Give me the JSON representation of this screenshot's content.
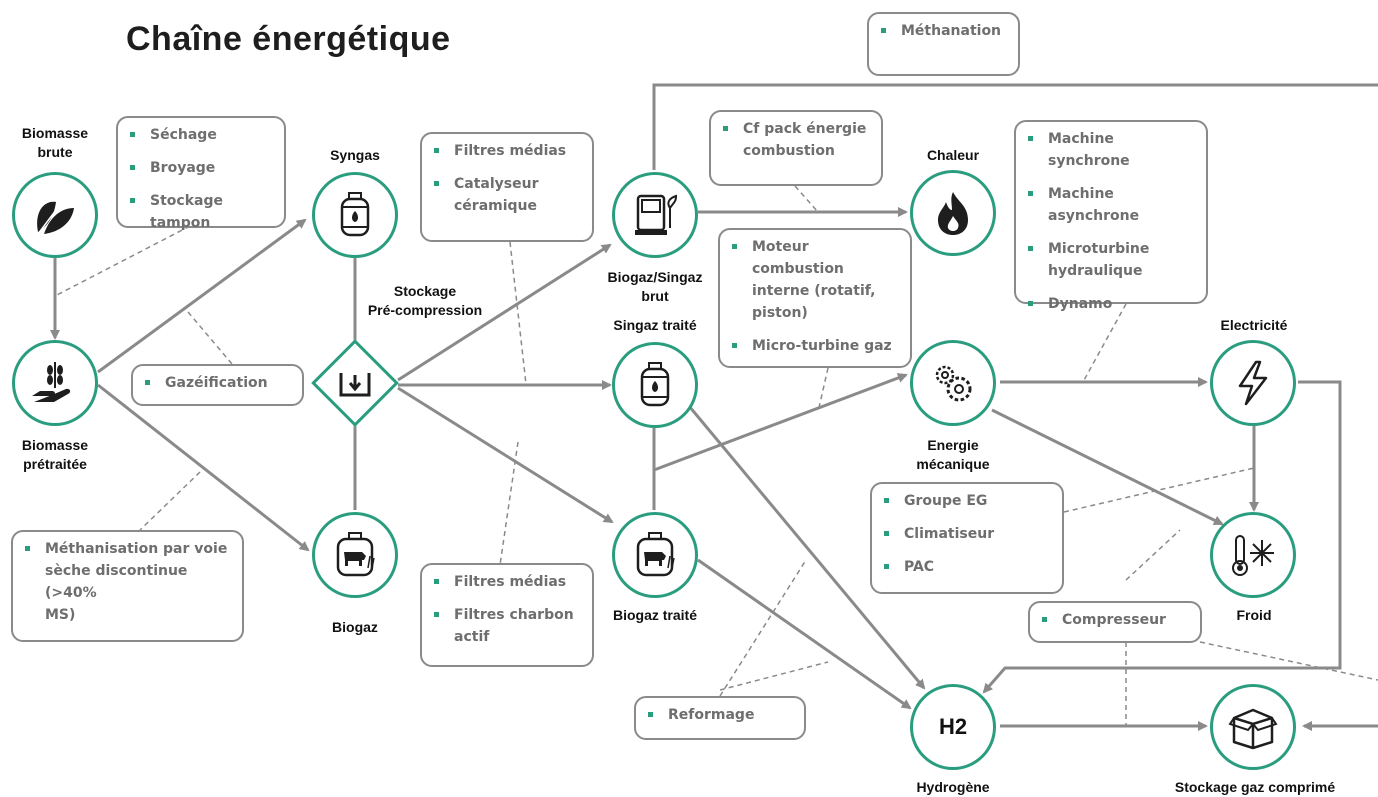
{
  "title": "Chaîne énergétique",
  "nodes": {
    "biomasse_brute": "Biomasse\nbrute",
    "biomasse_pretraitee": "Biomasse\nprétraitée",
    "syngas": "Syngas",
    "biogaz": "Biogaz",
    "stockage": "Stockage\nPré-compression",
    "biogaz_singaz_brut": "Biogaz/Singaz\nbrut",
    "singaz_traite": "Singaz traité",
    "biogaz_traite": "Biogaz traité",
    "chaleur": "Chaleur",
    "energie_mecanique": "Energie\nmécanique",
    "electricite": "Electricité",
    "froid": "Froid",
    "hydrogene": "Hydrogène",
    "h2": "H2",
    "stockage_gaz": "Stockage gaz comprimé"
  },
  "boxes": {
    "pretraitement": [
      "Séchage",
      "Broyage",
      "Stockage tampon"
    ],
    "gazeification": [
      "Gazéification"
    ],
    "methanisation": [
      "Méthanisation par voie",
      "sèche discontinue (>40%",
      "MS)"
    ],
    "filtres_syngas": [
      "Filtres médias",
      "Catalyseur",
      "céramique"
    ],
    "filtres_biogaz": [
      "Filtres médias",
      "Filtres charbon",
      "actif"
    ],
    "methanation": [
      "Méthanation"
    ],
    "combustion": [
      "Cf pack énergie",
      "combustion"
    ],
    "moteurs": [
      "Moteur combustion",
      "interne (rotatif,",
      "piston)",
      "Micro-turbine gaz"
    ],
    "machines": [
      "Machine synchrone",
      "Machine asynchrone",
      "Microturbine",
      "hydraulique",
      "Dynamo"
    ],
    "froid_equip": [
      "Groupe EG",
      "Climatiseur",
      "PAC"
    ],
    "compresseur": [
      "Compresseur"
    ],
    "reformage": [
      "Reformage"
    ]
  },
  "colors": {
    "accent": "#2a9d7f",
    "arrow": "#8a8a8a",
    "box_text": "#6e6e6e"
  }
}
